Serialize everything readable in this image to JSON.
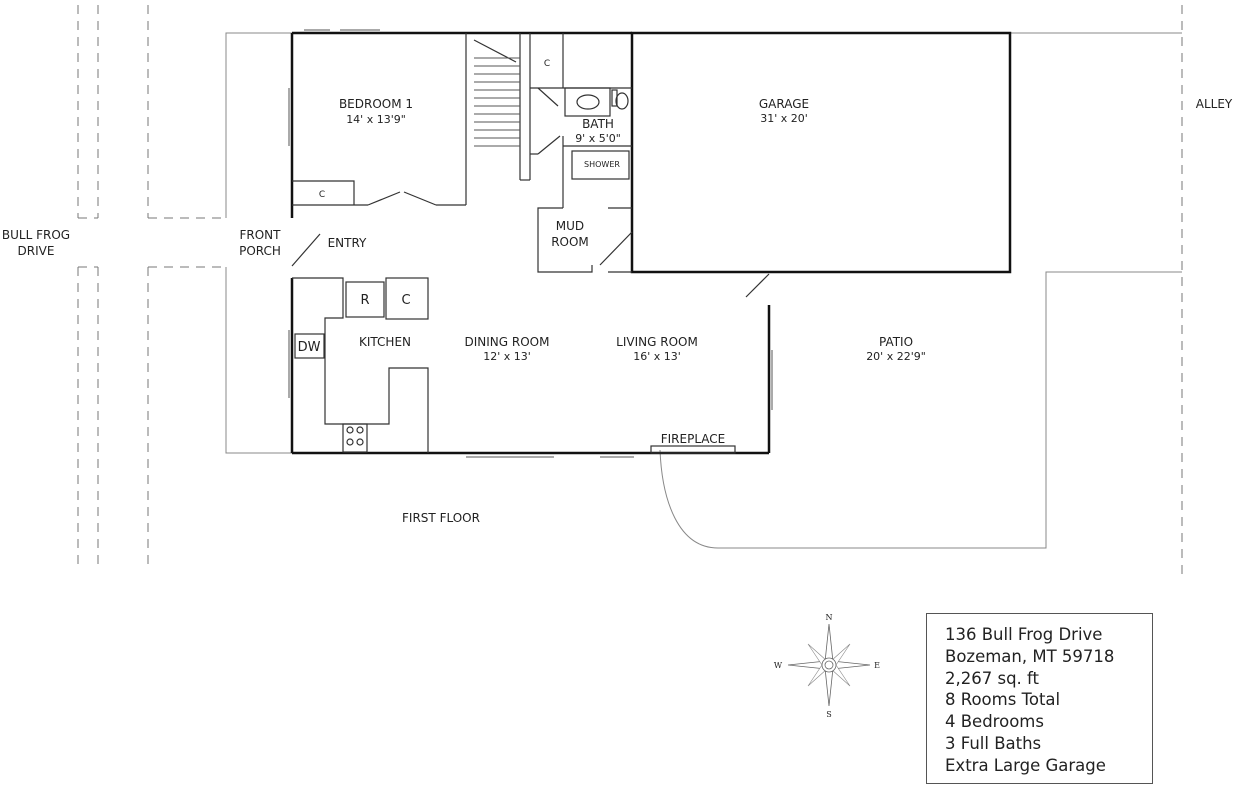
{
  "labels": {
    "bull_frog_drive": [
      "BULL FROG",
      "DRIVE"
    ],
    "alley": "ALLEY",
    "front_porch": [
      "FRONT",
      "PORCH"
    ],
    "entry": "ENTRY",
    "first_floor": "FIRST FLOOR",
    "fireplace": "FIREPLACE"
  },
  "rooms": {
    "bedroom1": {
      "name": "BEDROOM 1",
      "size": "14' x 13'9\""
    },
    "bath": {
      "name": "BATH",
      "size": "9' x 5'0\""
    },
    "garage": {
      "name": "GARAGE",
      "size": "31' x 20'"
    },
    "mud_room": {
      "name": [
        "MUD",
        "ROOM"
      ]
    },
    "kitchen": {
      "name": "KITCHEN"
    },
    "dining_room": {
      "name": "DINING ROOM",
      "size": "12' x 13'"
    },
    "living_room": {
      "name": "LIVING ROOM",
      "size": "16' x 13'"
    },
    "patio": {
      "name": "PATIO",
      "size": "20' x 22'9\""
    }
  },
  "fixtures": {
    "closet_bedroom": "C",
    "closet_stair": "C",
    "shower": "SHOWER",
    "refrigerator": "R",
    "cabinet": "C",
    "dishwasher": "DW"
  },
  "compass": {
    "n": "N",
    "s": "S",
    "e": "E",
    "w": "W"
  },
  "property_info": [
    "136 Bull Frog Drive",
    "Bozeman, MT 59718",
    "2,267 sq. ft",
    "8 Rooms Total",
    "4 Bedrooms",
    "3 Full Baths",
    "Extra Large Garage"
  ]
}
